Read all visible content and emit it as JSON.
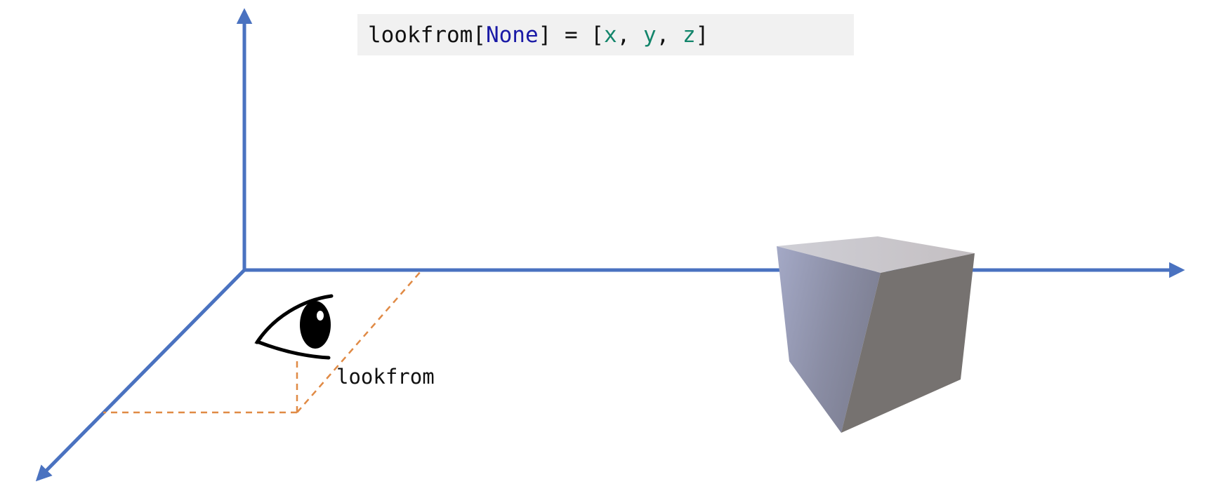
{
  "code": {
    "prefix": "lookfrom[",
    "keyword": "None",
    "middle": "] = [",
    "x": "x",
    "sep1": ", ",
    "y": "y",
    "sep2": ", ",
    "z": "z",
    "suffix": "]"
  },
  "labels": {
    "lookfrom": "lookfrom"
  },
  "colors": {
    "axis": "#4a72c0",
    "dashed_guide": "#e08a45",
    "eye": "#000000",
    "code_background": "#f1f1f1",
    "code_keyword": "#1a1aa6",
    "code_variable": "#13856b",
    "cube_top": "#c8c6c8",
    "cube_front": "#8a8fa8",
    "cube_side": "#767270"
  },
  "icons": {
    "eye": "eye-icon",
    "object": "cube-object"
  }
}
